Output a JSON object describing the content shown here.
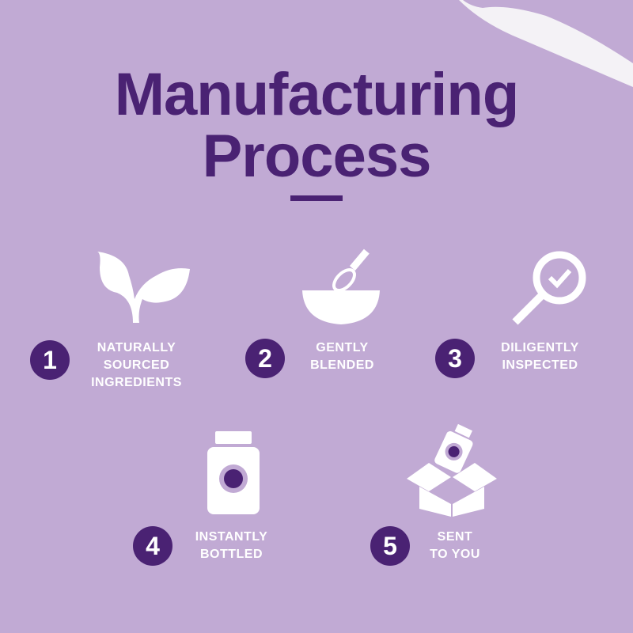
{
  "title": {
    "line1": "Manufacturing",
    "line2": "Process"
  },
  "colors": {
    "background": "#c1aad4",
    "accent": "#4a2273",
    "icon": "#ffffff"
  },
  "steps": [
    {
      "number": "1",
      "line1": "NATURALLY",
      "line2": "SOURCED",
      "line3": "INGREDIENTS",
      "icon": "leaf-icon"
    },
    {
      "number": "2",
      "line1": "GENTLY",
      "line2": "BLENDED",
      "icon": "whisk-bowl-icon"
    },
    {
      "number": "3",
      "line1": "DILIGENTLY",
      "line2": "INSPECTED",
      "icon": "magnifier-check-icon"
    },
    {
      "number": "4",
      "line1": "INSTANTLY",
      "line2": "BOTTLED",
      "icon": "bottle-icon"
    },
    {
      "number": "5",
      "line1": "SENT",
      "line2": "TO YOU",
      "icon": "box-icon"
    }
  ]
}
